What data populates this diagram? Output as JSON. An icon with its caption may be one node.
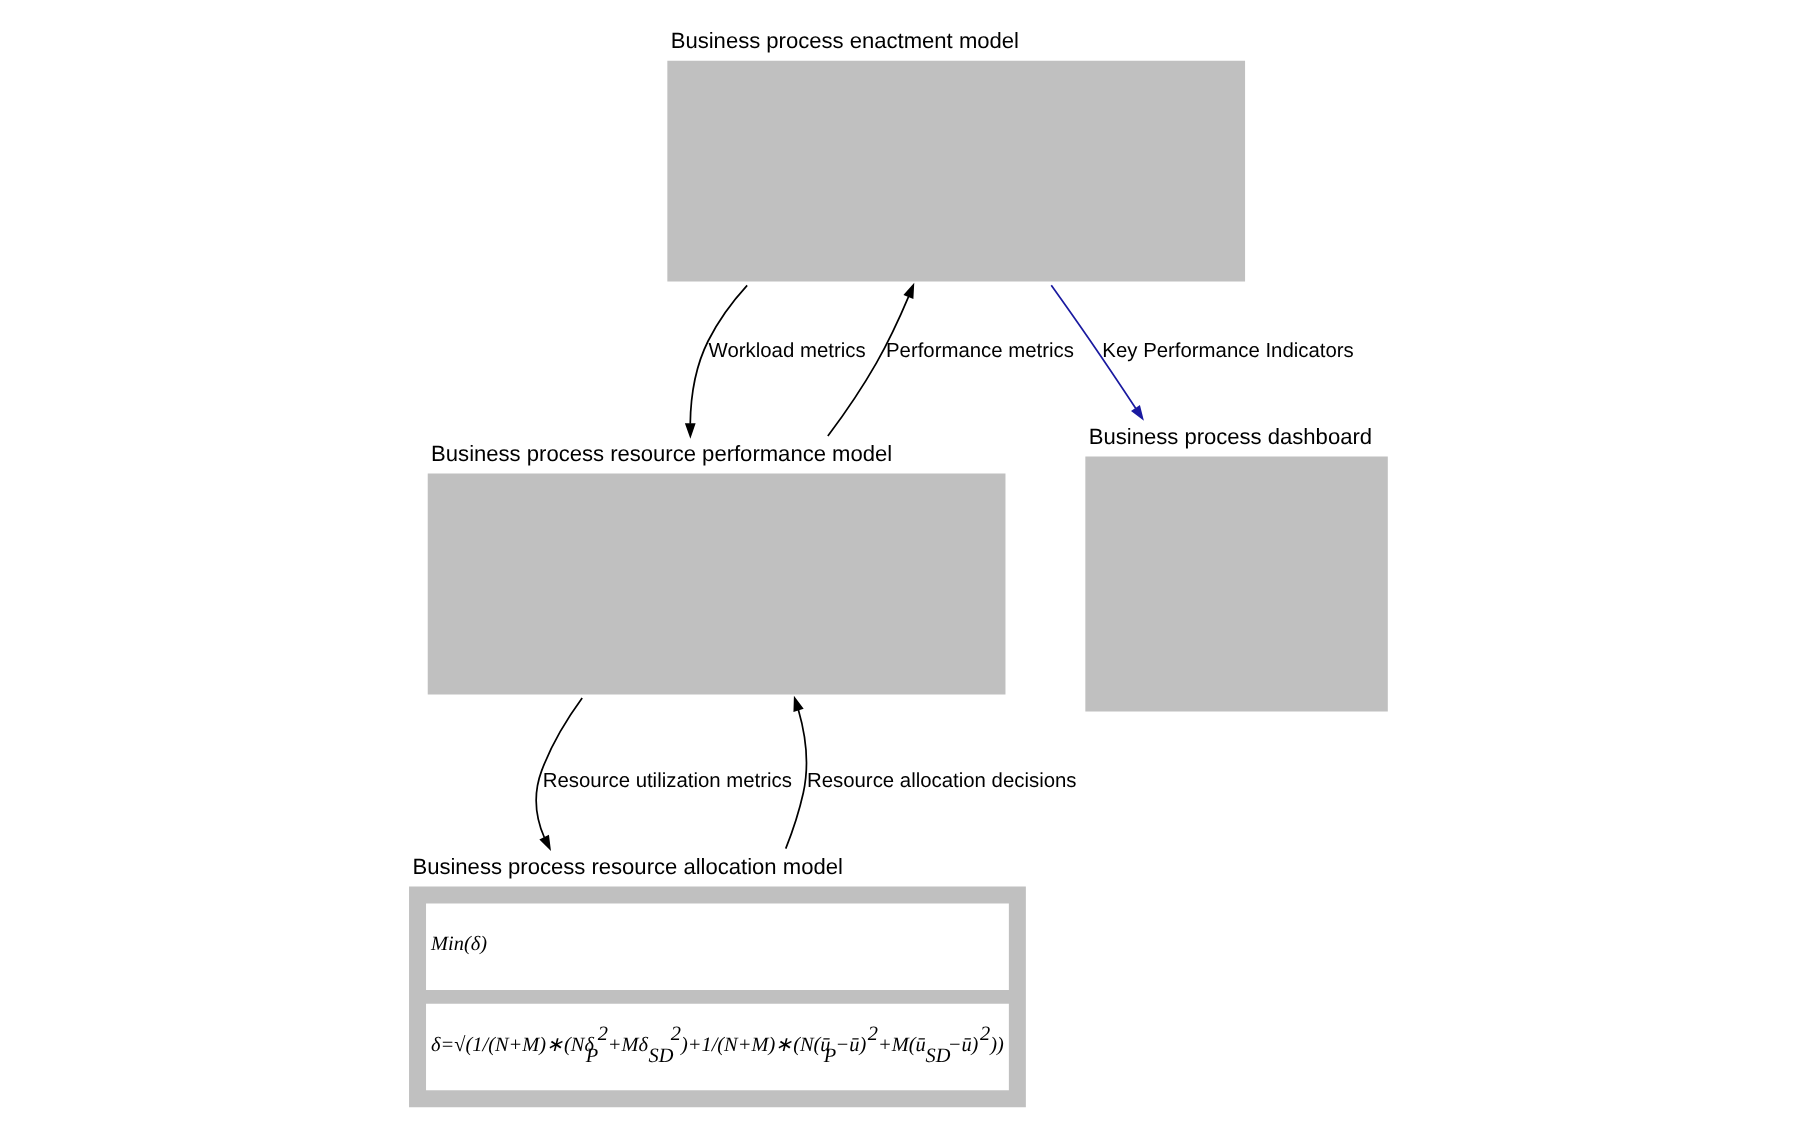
{
  "diagram": {
    "nodes": [
      {
        "text": [
          "Business process enactment model"
        ]
      },
      {
        "text": [
          "Business process resource performance model"
        ]
      },
      {
        "text": [
          "Business process resource allocation model",
          "Min(δ)",
          "δ=√(1/(N+M)∗(Nδ$_{P}$$^{2}$+Mδ$_{SD}$$^{2}$)+1/(N+M)∗(N(ū$_{P}$−ū)$^{2}$+M(ū$_{SD}$−ū)$^{2}$))"
        ]
      },
      {
        "text": [
          "Business process dashboard"
        ]
      }
    ],
    "edges": [
      {
        "from": 0,
        "to": 3,
        "arrow": "to",
        "label": "Key Performance Indicators",
        "color": "#1a1aa0"
      },
      {
        "from": 0,
        "to": 1,
        "arrow": "to",
        "label": "Workload metrics"
      },
      {
        "from": 1,
        "to": 0,
        "arrow": "to",
        "label": "Performance metrics"
      },
      {
        "from": 1,
        "to": 2,
        "arrow": "to",
        "label": "Resource utilization metrics"
      },
      {
        "from": 2,
        "to": 1,
        "arrow": "to",
        "label": "Resource allocation decisions"
      }
    ]
  }
}
